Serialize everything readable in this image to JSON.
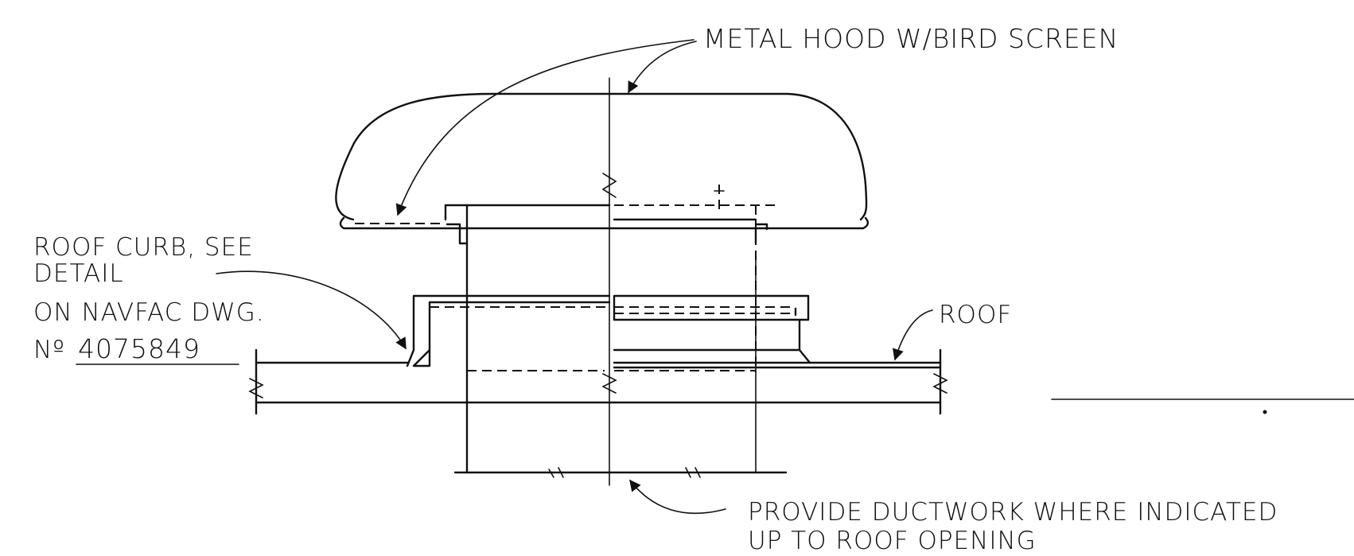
{
  "labels": {
    "metal_hood": "METAL HOOD W/BIRD SCREEN",
    "roof_curb_line1": "ROOF CURB, SEE",
    "roof_curb_line2": "DETAIL",
    "roof_curb_line3": "ON NAVFAC DWG.",
    "roof_curb_prefix": "Nº",
    "roof_curb_number": "4075849",
    "roof": "ROOF",
    "ductwork_line1": "PROVIDE DUCTWORK WHERE INDICATED",
    "ductwork_line2": "UP TO ROOF OPENING"
  }
}
